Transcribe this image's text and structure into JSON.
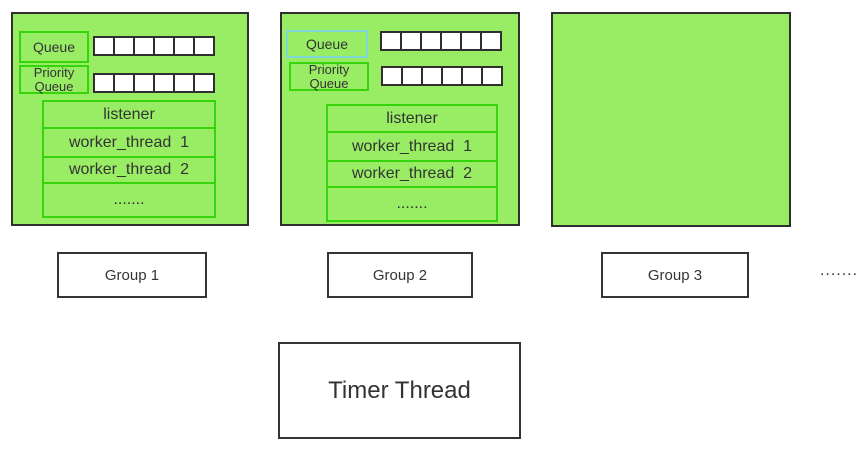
{
  "colors": {
    "group_fill": "#99ed65",
    "group_border": "#2f2f2f",
    "inner_green": "#35d40b",
    "inner_cyan": "#7fd8d8",
    "cell_fill": "#ffffff",
    "cell_border": "#2f2f2f",
    "box_border": "#333333",
    "text": "#333333"
  },
  "groups": [
    {
      "label": "Group 1",
      "queue_label": "Queue",
      "priority_queue_label": "Priority Queue",
      "queue_cells": 6,
      "priority_queue_cells": 6,
      "threads": [
        "listener",
        "worker_thread  1",
        "worker_thread  2",
        "......."
      ]
    },
    {
      "label": "Group 2",
      "queue_label": "Queue",
      "priority_queue_label": "Priority Queue",
      "queue_cells": 6,
      "priority_queue_cells": 6,
      "threads": [
        "listener",
        "worker_thread  1",
        "worker_thread  2",
        "......."
      ]
    },
    {
      "label": "Group 3",
      "empty": true
    }
  ],
  "more_groups_ellipsis": ".......",
  "timer_thread_label": "Timer Thread"
}
